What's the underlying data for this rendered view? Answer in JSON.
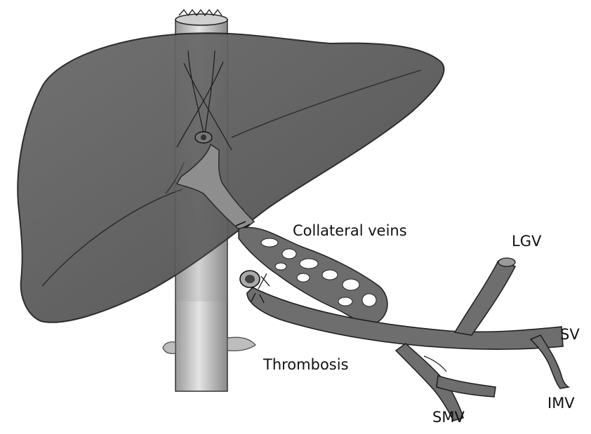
{
  "labels": {
    "collateral": "Collateral veins",
    "lgv": "LGV",
    "sv": "SV",
    "thrombosis": "Thrombosis",
    "smv": "SMV",
    "imv": "IMV"
  },
  "colors": {
    "liver": "#5a5a5a",
    "liver_edge": "#1e1e1e",
    "ivc": "#b9b9b9",
    "vein": "#6e6e6e",
    "label": "#111111"
  }
}
